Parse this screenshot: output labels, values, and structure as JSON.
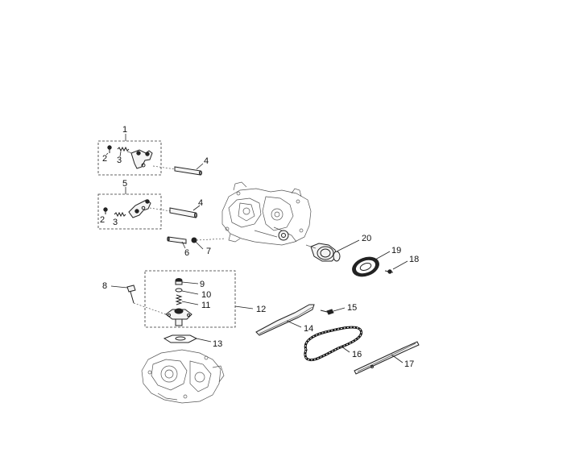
{
  "callouts": {
    "c1": "1",
    "c2a": "2",
    "c3a": "3",
    "c4a": "4",
    "c5": "5",
    "c2b": "2",
    "c3b": "3",
    "c4b": "4",
    "c6": "6",
    "c7": "7",
    "c8": "8",
    "c9": "9",
    "c10": "10",
    "c11": "11",
    "c12": "12",
    "c13": "13",
    "c14": "14",
    "c15": "15",
    "c16": "16",
    "c17": "17",
    "c18": "18",
    "c19": "19",
    "c20": "20"
  }
}
